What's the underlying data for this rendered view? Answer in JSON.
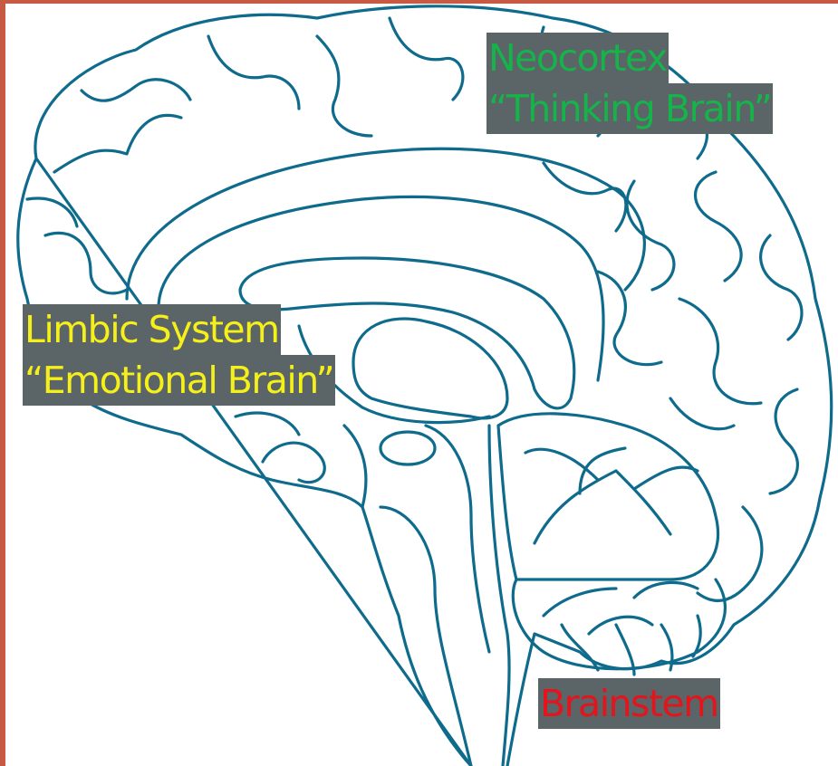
{
  "diagram": {
    "labels": {
      "neocortex": {
        "line1": "Neocortex",
        "line2": "“Thinking Brain”"
      },
      "limbic": {
        "line1": "Limbic System",
        "line2": "“Emotional Brain”"
      },
      "brainstem": {
        "line1": "Brainstem"
      }
    },
    "colors": {
      "outline": "#0f6b8c",
      "label_background": "#5b6467",
      "neocortex_text": "#16b34a",
      "limbic_text": "#f5f019",
      "brainstem_text": "#e3141b",
      "frame": "#c85a43"
    },
    "illustration": {
      "icon": "brain-sagittal-illustration"
    }
  }
}
